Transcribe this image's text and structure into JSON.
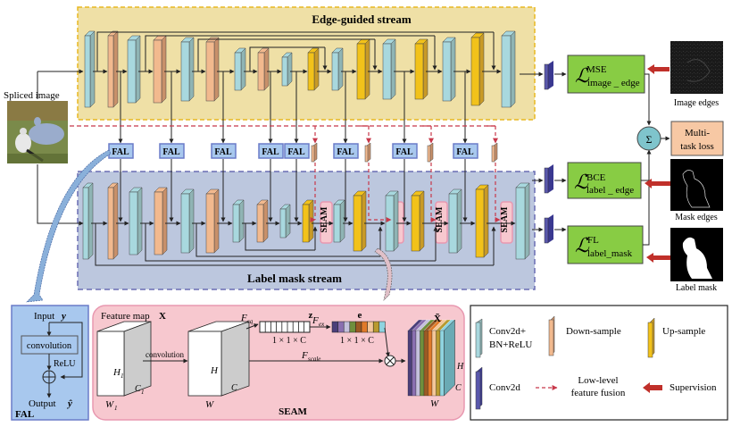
{
  "edge_stream": {
    "title": "Edge-guided stream",
    "layers": [
      "conv",
      "down",
      "conv",
      "down",
      "conv",
      "down",
      "conv",
      "down",
      "conv",
      "up",
      "conv",
      "up",
      "conv",
      "up",
      "conv",
      "up",
      "conv"
    ]
  },
  "label_stream": {
    "title": "Label mask stream",
    "layers": [
      "conv",
      "down",
      "conv",
      "down",
      "conv",
      "down",
      "conv",
      "down",
      "conv",
      "up",
      "seam",
      "conv",
      "up",
      "seam",
      "conv",
      "up",
      "seam",
      "conv",
      "up",
      "seam",
      "conv"
    ]
  },
  "input": {
    "label": "Spliced image"
  },
  "fal_label": "FAL",
  "seam_label": "SEAM",
  "losses": [
    {
      "symbol": "ℒ",
      "sup": "MSE",
      "sub": "image _ edge",
      "target": "Image edges"
    },
    {
      "symbol": "ℒ",
      "sup": "BCE",
      "sub": "label _ edge",
      "target": "Mask edges"
    },
    {
      "symbol": "ℒ",
      "sup": "FL",
      "sub": "label_mask",
      "target": "Label mask"
    }
  ],
  "sum_symbol": "Σ",
  "multitask": {
    "line1": "Multi-",
    "line2": "task loss"
  },
  "fal_detail": {
    "input": "Input",
    "input_var": "y",
    "block": "convolution",
    "activation": "ReLU",
    "output": "Output",
    "output_var": "ŷ",
    "title": "FAL"
  },
  "seam_detail": {
    "feature_map": "Feature map",
    "feature_var": "X",
    "conv_label": "convolution",
    "h1": "H",
    "h1_sub": "1",
    "c1": "C",
    "c1_sub": "1",
    "w1": "W",
    "w1_sub": "1",
    "h": "H",
    "c": "C",
    "w": "W",
    "f_sq": "F",
    "f_sq_sub": "sq",
    "z": "z",
    "z_dim": "1 × 1 × C",
    "f_ex": "F",
    "f_ex_sub": "ex",
    "e": "e",
    "e_dim": "1 × 1 × C",
    "f_scale": "F",
    "f_scale_sub": "scale",
    "x_hat": "X̃",
    "out_h": "H",
    "out_c": "C",
    "out_w": "W",
    "title": "SEAM",
    "channel_colors": [
      "#4b3f7a",
      "#8a6fb0",
      "#c4c0dc",
      "#6f8f3d",
      "#9b5a24",
      "#e07a2a",
      "#f4c79a",
      "#b89a30",
      "#8fd4e0"
    ]
  },
  "legend": {
    "conv_bn_relu": [
      "Conv2d+",
      "BN+ReLU"
    ],
    "down_sample": "Down-sample",
    "up_sample": "Up-sample",
    "conv2d": "Conv2d",
    "fusion": [
      "Low-level",
      "feature fusion"
    ],
    "supervision": "Supervision"
  },
  "colors": {
    "edge_bg": "#efe0a6",
    "edge_border": "#e8b820",
    "label_bg": "#bcc7de",
    "label_border": "#6a6db4",
    "conv": "#a8d8de",
    "conv_side": "#8fb4b4",
    "down": "#f2b98e",
    "down_side": "#c8906a",
    "up": "#f2c21a",
    "up_side": "#c89a26",
    "conv2d": "#5a58ac",
    "fal_fill": "#a8c8ee",
    "fal_border": "#6a7cc8",
    "seam_fill": "#f7c8cf",
    "seam_border": "#e898b0",
    "loss_fill": "#88cc44",
    "multitask_fill": "#f7c8a4",
    "sum_fill": "#7fc4cc",
    "arrow_red": "#c0302a",
    "fusion_red": "#c8384a"
  }
}
